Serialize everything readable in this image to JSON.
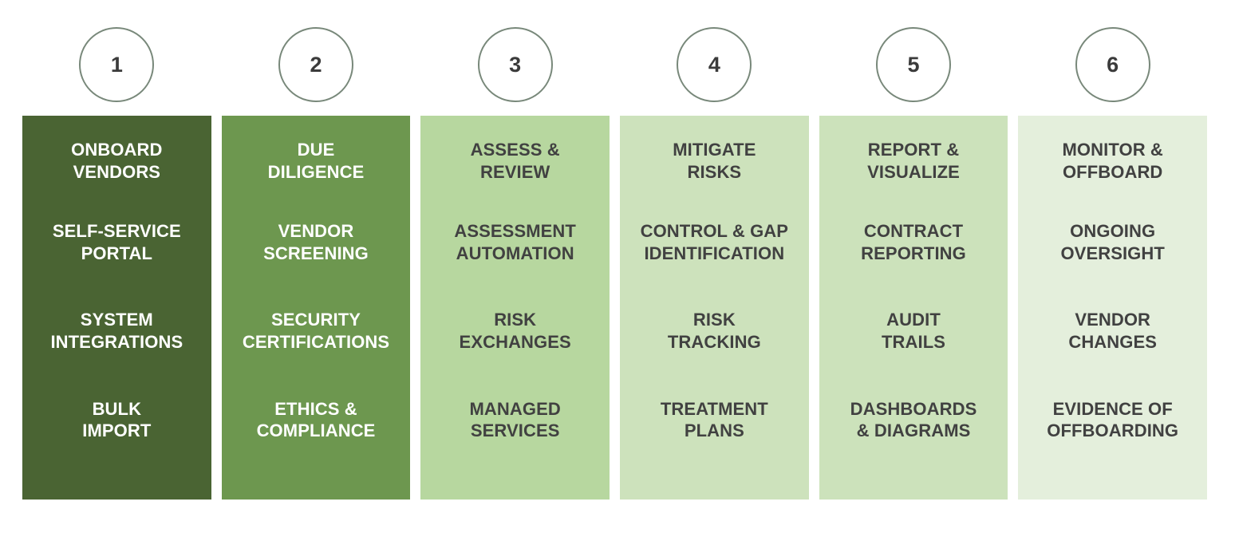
{
  "diagram": {
    "type": "process-stages",
    "step_count": 6,
    "palette": {
      "background": "#ffffff",
      "circle_border": "#78887a",
      "circle_fill": "#ffffff",
      "number_color": "#3b3b3b",
      "text_on_dark": "#ffffff",
      "text_on_light": "#414141"
    },
    "columns": [
      {
        "number": "1",
        "color": "#4a6433",
        "text_tone": "dark",
        "heading": "ONBOARD\nVENDORS",
        "items": [
          "SELF-SERVICE\nPORTAL",
          "SYSTEM\nINTEGRATIONS",
          "BULK\nIMPORT"
        ]
      },
      {
        "number": "2",
        "color": "#6d974f",
        "text_tone": "dark",
        "heading": "DUE\nDILIGENCE",
        "items": [
          "VENDOR\nSCREENING",
          "SECURITY\nCERTIFICATIONS",
          "ETHICS &\nCOMPLIANCE"
        ]
      },
      {
        "number": "3",
        "color": "#b7d79f",
        "text_tone": "light",
        "heading": "ASSESS &\nREVIEW",
        "items": [
          "ASSESSMENT\nAUTOMATION",
          "RISK\nEXCHANGES",
          "MANAGED\nSERVICES"
        ]
      },
      {
        "number": "4",
        "color": "#cde2bc",
        "text_tone": "light",
        "heading": "MITIGATE\nRISKS",
        "items": [
          "CONTROL & GAP\nIDENTIFICATION",
          "RISK\nTRACKING",
          "TREATMENT\nPLANS"
        ]
      },
      {
        "number": "5",
        "color": "#cce2bb",
        "text_tone": "light",
        "heading": "REPORT &\nVISUALIZE",
        "items": [
          "CONTRACT\nREPORTING",
          "AUDIT\nTRAILS",
          "DASHBOARDS\n& DIAGRAMS"
        ]
      },
      {
        "number": "6",
        "color": "#e4efdc",
        "text_tone": "light",
        "heading": "MONITOR &\nOFFBOARD",
        "items": [
          "ONGOING\nOVERSIGHT",
          "VENDOR\nCHANGES",
          "EVIDENCE OF\nOFFBOARDING"
        ]
      }
    ]
  }
}
